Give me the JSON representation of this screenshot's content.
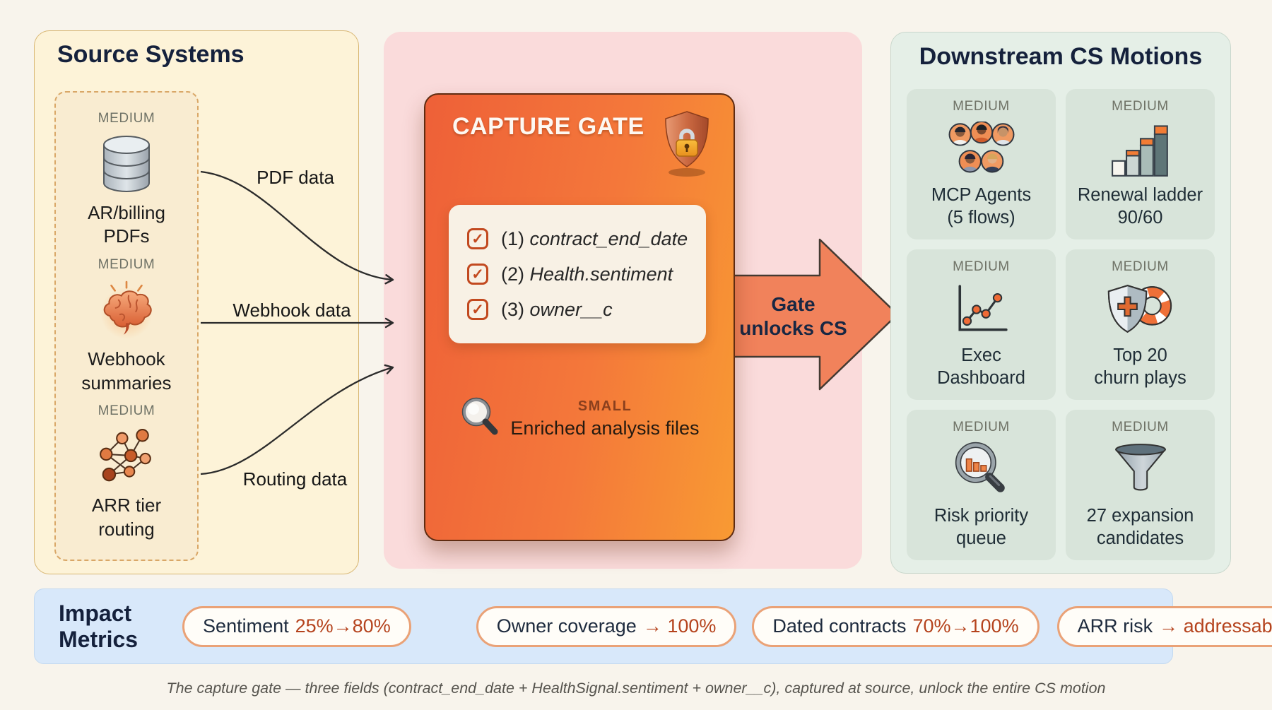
{
  "source_systems": {
    "title": "Source Systems",
    "items": [
      {
        "badge": "MEDIUM",
        "icon": "database",
        "line1": "AR/billing",
        "line2": "PDFs"
      },
      {
        "badge": "MEDIUM",
        "icon": "brain",
        "line1": "Webhook",
        "line2": "summaries"
      },
      {
        "badge": "MEDIUM",
        "icon": "network",
        "line1": "ARR tier",
        "line2": "routing"
      }
    ]
  },
  "flow_labels": [
    {
      "text": "PDF data"
    },
    {
      "text": "Webhook data"
    },
    {
      "text": "Routing data"
    }
  ],
  "capture_gate": {
    "title": "CAPTURE GATE",
    "checklist": [
      {
        "prefix": "(1)",
        "field": "contract_end_date"
      },
      {
        "prefix": "(2)",
        "field": "Health.sentiment"
      },
      {
        "prefix": "(3)",
        "field": "owner__c"
      }
    ],
    "badge": "SMALL",
    "subtitle": "Enriched analysis files"
  },
  "gate_arrow": {
    "line1": "Gate",
    "line2": "unlocks CS"
  },
  "downstream": {
    "title": "Downstream CS Motions",
    "cells": [
      {
        "badge": "MEDIUM",
        "icon": "agents",
        "line1": "MCP Agents",
        "line2": "(5 flows)"
      },
      {
        "badge": "MEDIUM",
        "icon": "ladder",
        "line1": "Renewal ladder",
        "line2": "90/60"
      },
      {
        "badge": "MEDIUM",
        "icon": "line-chart",
        "line1": "Exec",
        "line2": "Dashboard"
      },
      {
        "badge": "MEDIUM",
        "icon": "shield-lifebuoy",
        "line1": "Top 20",
        "line2": "churn plays"
      },
      {
        "badge": "MEDIUM",
        "icon": "magnifier-bars",
        "line1": "Risk priority",
        "line2": "queue"
      },
      {
        "badge": "MEDIUM",
        "icon": "funnel",
        "line1": "27 expansion",
        "line2": "candidates"
      }
    ]
  },
  "impact_metrics": {
    "title_line1": "Impact",
    "title_line2": "Metrics",
    "pills": [
      {
        "label": "Sentiment",
        "value": "25%→80%"
      },
      {
        "label": "Owner coverage",
        "value": "→ 100%"
      },
      {
        "label": "Dated contracts",
        "value": "70%→100%"
      },
      {
        "label": "ARR risk",
        "value": "→ addressable"
      }
    ]
  },
  "caption": "The capture gate — three fields (contract_end_date + HealthSignal.sentiment + owner__c), captured at source, unlock the entire CS motion",
  "colors": {
    "page_bg": "#f8f4ec",
    "source_panel_bg": "#fdf3d8",
    "gate_panel_bg": "#fadbdb",
    "gate_card_gradient": [
      "#ee6038",
      "#f89a33"
    ],
    "cs_panel_bg": "#e5efe7",
    "cs_cell_bg": "#d8e4da",
    "impact_bar_bg": "#d8e8fa",
    "pill_border": "#eaa277",
    "metric_value": "#b5431d",
    "heading": "#15213c",
    "arrow_fill": "#f1825b"
  }
}
